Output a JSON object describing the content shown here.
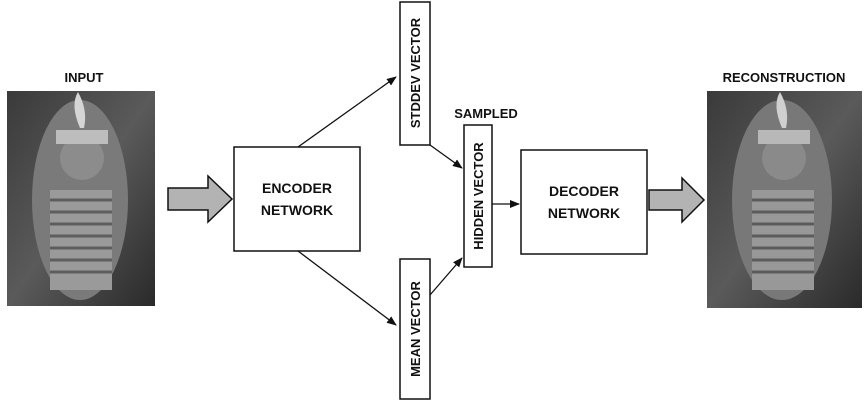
{
  "labels": {
    "input": "INPUT",
    "reconstruction": "RECONSTRUCTION",
    "sampled": "SAMPLED",
    "encoder_line1": "ENCODER",
    "encoder_line2": "NETWORK",
    "decoder_line1": "DECODER",
    "decoder_line2": "NETWORK",
    "stddev_vector": "STDDEV VECTOR",
    "mean_vector": "MEAN VECTOR",
    "hidden_vector": "HIDDEN VECTOR"
  },
  "colors": {
    "block_arrow_fill": "#b3b3b3",
    "line": "#111111",
    "photo_dark": "#2e2e2e",
    "photo_mid": "#6f6f6f",
    "photo_light": "#c9c9c9"
  }
}
